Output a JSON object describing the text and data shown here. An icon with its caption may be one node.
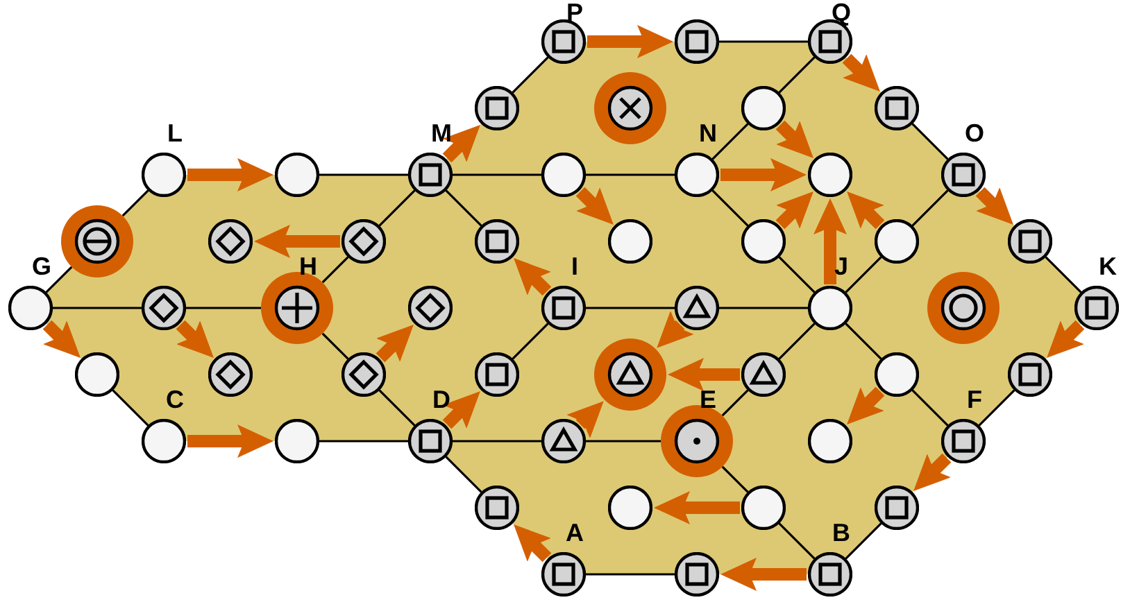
{
  "diagram": {
    "nodes": [
      {
        "text": [],
        "shape": "circle",
        "beside": [
          "P"
        ]
      },
      {
        "text": [],
        "shape": "circle"
      },
      {
        "text": [],
        "shape": "circle",
        "beside": [
          "Q"
        ]
      },
      {
        "text": [],
        "shape": "circle"
      },
      {
        "text": [],
        "shape": "circle"
      },
      {
        "text": [],
        "shape": "circle"
      },
      {
        "text": [],
        "shape": "circle"
      },
      {
        "text": [],
        "shape": "circle",
        "beside": [
          "L"
        ]
      },
      {
        "text": [],
        "shape": "circle"
      },
      {
        "text": [],
        "shape": "circle",
        "beside": [
          "M"
        ]
      },
      {
        "text": [],
        "shape": "circle"
      },
      {
        "text": [],
        "shape": "circle",
        "beside": [
          "N"
        ]
      },
      {
        "text": [],
        "shape": "circle"
      },
      {
        "text": [],
        "shape": "circle",
        "beside": [
          "O"
        ]
      },
      {
        "text": [],
        "shape": "circle"
      },
      {
        "text": [],
        "shape": "circle"
      },
      {
        "text": [],
        "shape": "circle"
      },
      {
        "text": [],
        "shape": "circle"
      },
      {
        "text": [],
        "shape": "circle"
      },
      {
        "text": [],
        "shape": "circle"
      },
      {
        "text": [],
        "shape": "circle"
      },
      {
        "text": [],
        "shape": "circle"
      },
      {
        "text": [],
        "shape": "circle",
        "beside": [
          "G"
        ]
      },
      {
        "text": [],
        "shape": "circle"
      },
      {
        "text": [],
        "shape": "circle",
        "beside": [
          "H"
        ]
      },
      {
        "text": [],
        "shape": "circle"
      },
      {
        "text": [],
        "shape": "circle",
        "beside": [
          "I"
        ]
      },
      {
        "text": [],
        "shape": "circle"
      },
      {
        "text": [],
        "shape": "circle",
        "beside": [
          "J"
        ]
      },
      {
        "text": [],
        "shape": "circle"
      },
      {
        "text": [],
        "shape": "circle",
        "beside": [
          "K"
        ]
      },
      {
        "text": [],
        "shape": "circle"
      },
      {
        "text": [],
        "shape": "circle"
      },
      {
        "text": [],
        "shape": "circle"
      },
      {
        "text": [],
        "shape": "circle"
      },
      {
        "text": [],
        "shape": "circle"
      },
      {
        "text": [],
        "shape": "circle"
      },
      {
        "text": [],
        "shape": "circle"
      },
      {
        "text": [],
        "shape": "circle"
      },
      {
        "text": [],
        "shape": "circle",
        "beside": [
          "C"
        ]
      },
      {
        "text": [],
        "shape": "circle"
      },
      {
        "text": [],
        "shape": "circle",
        "beside": [
          "D"
        ]
      },
      {
        "text": [],
        "shape": "circle"
      },
      {
        "text": [],
        "shape": "circle",
        "beside": [
          "E"
        ]
      },
      {
        "text": [],
        "shape": "circle"
      },
      {
        "text": [],
        "shape": "circle",
        "beside": [
          "F"
        ]
      },
      {
        "text": [],
        "shape": "circle"
      },
      {
        "text": [],
        "shape": "circle"
      },
      {
        "text": [],
        "shape": "circle"
      },
      {
        "text": [],
        "shape": "circle"
      },
      {
        "text": [],
        "shape": "circle",
        "beside": [
          "A"
        ]
      },
      {
        "text": [],
        "shape": "circle"
      },
      {
        "text": [],
        "shape": "circle",
        "beside": [
          "B"
        ]
      }
    ],
    "edges": [
      {
        "from": 7,
        "to": 8,
        "arrow": "to",
        "style": "thick",
        "color": "#d45f00"
      },
      {
        "from": 22,
        "to": 31,
        "arrow": "to",
        "style": "thick",
        "color": "#d45f00"
      },
      {
        "from": 39,
        "to": 40,
        "arrow": "to",
        "style": "thick",
        "color": "#d45f00"
      },
      {
        "from": 16,
        "to": 15,
        "arrow": "to",
        "style": "thick",
        "color": "#d45f00"
      },
      {
        "from": 23,
        "to": 32,
        "arrow": "to",
        "style": "thick",
        "color": "#d45f00"
      },
      {
        "from": 33,
        "to": 25,
        "arrow": "to",
        "style": "thick",
        "color": "#d45f00"
      },
      {
        "from": 41,
        "to": 34,
        "arrow": "to",
        "style": "thick",
        "color": "#d45f00"
      },
      {
        "from": 26,
        "to": 17,
        "arrow": "to",
        "style": "thick",
        "color": "#d45f00"
      },
      {
        "from": 9,
        "to": 3,
        "arrow": "to",
        "style": "thick",
        "color": "#d45f00"
      },
      {
        "from": 0,
        "to": 1,
        "arrow": "to",
        "style": "thick",
        "color": "#d45f00"
      },
      {
        "from": 10,
        "to": 18,
        "arrow": "to",
        "style": "thick",
        "color": "#d45f00"
      },
      {
        "from": 2,
        "to": 6,
        "arrow": "to",
        "style": "thick",
        "color": "#d45f00"
      },
      {
        "from": 11,
        "to": 12,
        "arrow": "to",
        "style": "thick",
        "color": "#d45f00"
      },
      {
        "from": 5,
        "to": 12,
        "arrow": "to",
        "style": "thick",
        "color": "#d45f00"
      },
      {
        "from": 19,
        "to": 12,
        "arrow": "to",
        "style": "thick",
        "color": "#d45f00"
      },
      {
        "from": 20,
        "to": 12,
        "arrow": "to",
        "style": "thick",
        "color": "#d45f00"
      },
      {
        "from": 28,
        "to": 12,
        "arrow": "to",
        "style": "thick",
        "color": "#d45f00"
      },
      {
        "from": 13,
        "to": 21,
        "arrow": "to",
        "style": "thick",
        "color": "#d45f00"
      },
      {
        "from": 30,
        "to": 38,
        "arrow": "to",
        "style": "thick",
        "color": "#d45f00"
      },
      {
        "from": 27,
        "to": 35,
        "arrow": "to",
        "style": "thick",
        "color": "#d45f00"
      },
      {
        "from": 36,
        "to": 35,
        "arrow": "to",
        "style": "thick",
        "color": "#d45f00"
      },
      {
        "from": 42,
        "to": 35,
        "arrow": "to",
        "style": "thick",
        "color": "#d45f00"
      },
      {
        "from": 37,
        "to": 44,
        "arrow": "to",
        "style": "thick",
        "color": "#d45f00"
      },
      {
        "from": 45,
        "to": 49,
        "arrow": "to",
        "style": "thick",
        "color": "#d45f00"
      },
      {
        "from": 52,
        "to": 51,
        "arrow": "to",
        "style": "thick",
        "color": "#d45f00"
      },
      {
        "from": 48,
        "to": 47,
        "arrow": "to",
        "style": "thick",
        "color": "#d45f00"
      },
      {
        "from": 50,
        "to": 46,
        "arrow": "to",
        "style": "thick",
        "color": "#d45f00"
      },
      {
        "from": 7,
        "to": 14,
        "arrow": "none"
      },
      {
        "from": 14,
        "to": 22,
        "arrow": "none"
      },
      {
        "from": 22,
        "to": 23,
        "arrow": "none"
      },
      {
        "from": 23,
        "to": 24,
        "arrow": "none"
      },
      {
        "from": 31,
        "to": 39,
        "arrow": "none"
      },
      {
        "from": 40,
        "to": 41,
        "arrow": "none"
      },
      {
        "from": 24,
        "to": 33,
        "arrow": "none"
      },
      {
        "from": 33,
        "to": 41,
        "arrow": "none"
      },
      {
        "from": 24,
        "to": 16,
        "arrow": "none"
      },
      {
        "from": 16,
        "to": 9,
        "arrow": "none"
      },
      {
        "from": 8,
        "to": 9,
        "arrow": "none"
      },
      {
        "from": 9,
        "to": 10,
        "arrow": "none"
      },
      {
        "from": 10,
        "to": 11,
        "arrow": "none"
      },
      {
        "from": 9,
        "to": 17,
        "arrow": "none"
      },
      {
        "from": 3,
        "to": 0,
        "arrow": "none"
      },
      {
        "from": 1,
        "to": 2,
        "arrow": "none"
      },
      {
        "from": 2,
        "to": 5,
        "arrow": "none"
      },
      {
        "from": 5,
        "to": 11,
        "arrow": "none"
      },
      {
        "from": 11,
        "to": 19,
        "arrow": "none"
      },
      {
        "from": 19,
        "to": 28,
        "arrow": "none"
      },
      {
        "from": 28,
        "to": 20,
        "arrow": "none"
      },
      {
        "from": 20,
        "to": 13,
        "arrow": "none"
      },
      {
        "from": 6,
        "to": 13,
        "arrow": "none"
      },
      {
        "from": 21,
        "to": 30,
        "arrow": "none"
      },
      {
        "from": 38,
        "to": 45,
        "arrow": "none"
      },
      {
        "from": 45,
        "to": 37,
        "arrow": "none"
      },
      {
        "from": 37,
        "to": 28,
        "arrow": "none"
      },
      {
        "from": 28,
        "to": 36,
        "arrow": "none"
      },
      {
        "from": 36,
        "to": 43,
        "arrow": "none"
      },
      {
        "from": 49,
        "to": 52,
        "arrow": "none"
      },
      {
        "from": 51,
        "to": 50,
        "arrow": "none"
      },
      {
        "from": 46,
        "to": 41,
        "arrow": "none"
      },
      {
        "from": 41,
        "to": 42,
        "arrow": "none"
      },
      {
        "from": 42,
        "to": 43,
        "arrow": "none"
      },
      {
        "from": 43,
        "to": 48,
        "arrow": "none"
      },
      {
        "from": 48,
        "to": 52,
        "arrow": "none"
      },
      {
        "from": 34,
        "to": 26,
        "arrow": "none"
      },
      {
        "from": 26,
        "to": 27,
        "arrow": "none"
      },
      {
        "from": 27,
        "to": 28,
        "arrow": "none"
      }
    ]
  }
}
